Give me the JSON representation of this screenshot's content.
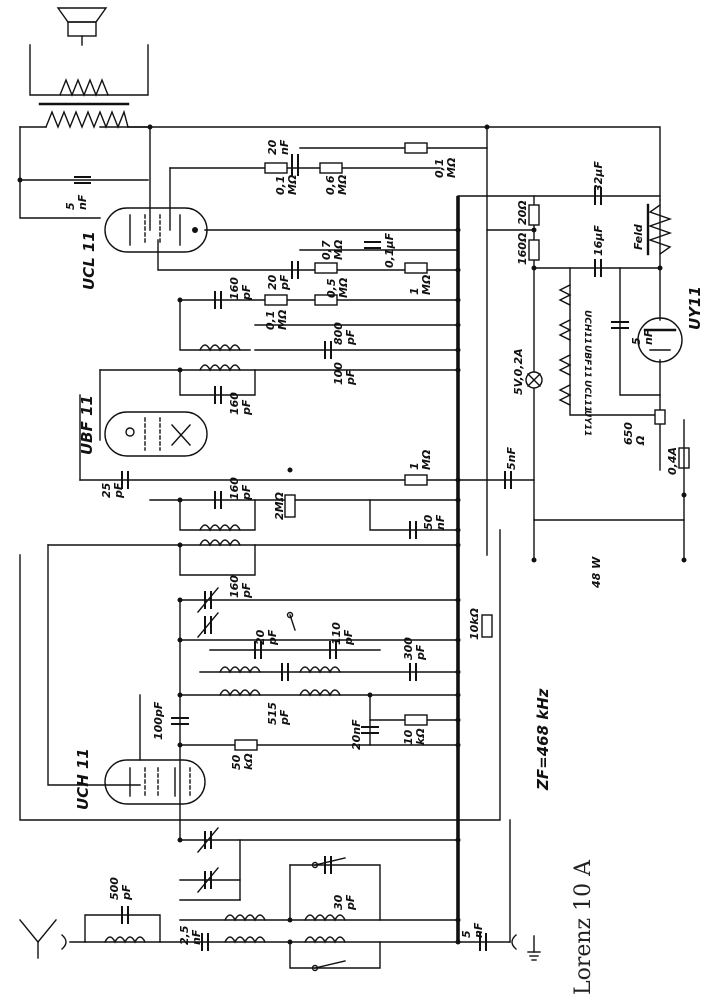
{
  "caption": "Lorenz 10 A",
  "tubes": [
    {
      "id": "ucl11",
      "label": "UCL 11"
    },
    {
      "id": "ubf11",
      "label": "UBF 11"
    },
    {
      "id": "uch11",
      "label": "UCH 11"
    },
    {
      "id": "uy11",
      "label": "UY11"
    }
  ],
  "heater_chain": [
    "UCH11",
    "UBF11",
    "UCL11",
    "UY11"
  ],
  "if_label": "ZF=468 kHz",
  "power_label": "48 W",
  "lamp_label": "5V,0,2A",
  "fuse_label": "0,4A",
  "field_label": "Feld",
  "values": {
    "c_20nf_top": [
      "20",
      "nF"
    ],
    "r_01_a": [
      "0,1",
      "MΩ"
    ],
    "r_06": [
      "0,6",
      "MΩ"
    ],
    "r_01_b": [
      "0,1",
      "MΩ"
    ],
    "c_5nf_ucl": [
      "5",
      "nF"
    ],
    "c_32uf": "32μF",
    "r_20ohm": "20Ω",
    "r_160ohm": "160Ω",
    "c_16uf": "16μF",
    "r_07": [
      "0,7",
      "MΩ"
    ],
    "c_01uf": "0,1μF",
    "c_20pf_ucl": [
      "20",
      "pF"
    ],
    "r_05": [
      "0,5",
      "MΩ"
    ],
    "r_1m_a": [
      "1",
      "MΩ"
    ],
    "c_160pf_a": [
      "160",
      "pF"
    ],
    "r_01_c": [
      "0,1",
      "MΩ"
    ],
    "c_800pf": [
      "800",
      "pF"
    ],
    "c_5nf_uy": [
      "5",
      "nF"
    ],
    "c_100pf_a": [
      "100",
      "pF"
    ],
    "c_160pf_b": [
      "160",
      "pF"
    ],
    "r_650": [
      "650",
      "Ω"
    ],
    "c_25pf": [
      "25",
      "pF"
    ],
    "r_1m_b": [
      "1",
      "MΩ"
    ],
    "c_5nf_mid": "5nF",
    "c_160pf_c": [
      "160",
      "pF"
    ],
    "r_2m": "2MΩ",
    "c_50nf": [
      "50",
      "nF"
    ],
    "c_160pf_d": [
      "160",
      "pF"
    ],
    "c_20pf_uch": [
      "20",
      "pF"
    ],
    "c_110pf": [
      "110",
      "pF"
    ],
    "c_300pf": [
      "300",
      "pF"
    ],
    "r_10k_a": "10kΩ",
    "c_100pf_b": "100pF",
    "c_515pf": [
      "515",
      "pF"
    ],
    "c_20nf_uch": "20nF",
    "r_10k_b": [
      "10",
      "kΩ"
    ],
    "r_50k": [
      "50",
      "kΩ"
    ],
    "c_500pf": [
      "500",
      "pF"
    ],
    "c_25nf": [
      "2,5",
      "nF"
    ],
    "c_30pf": [
      "30",
      "pF"
    ],
    "c_5nf_ant": [
      "5",
      "nF"
    ]
  }
}
